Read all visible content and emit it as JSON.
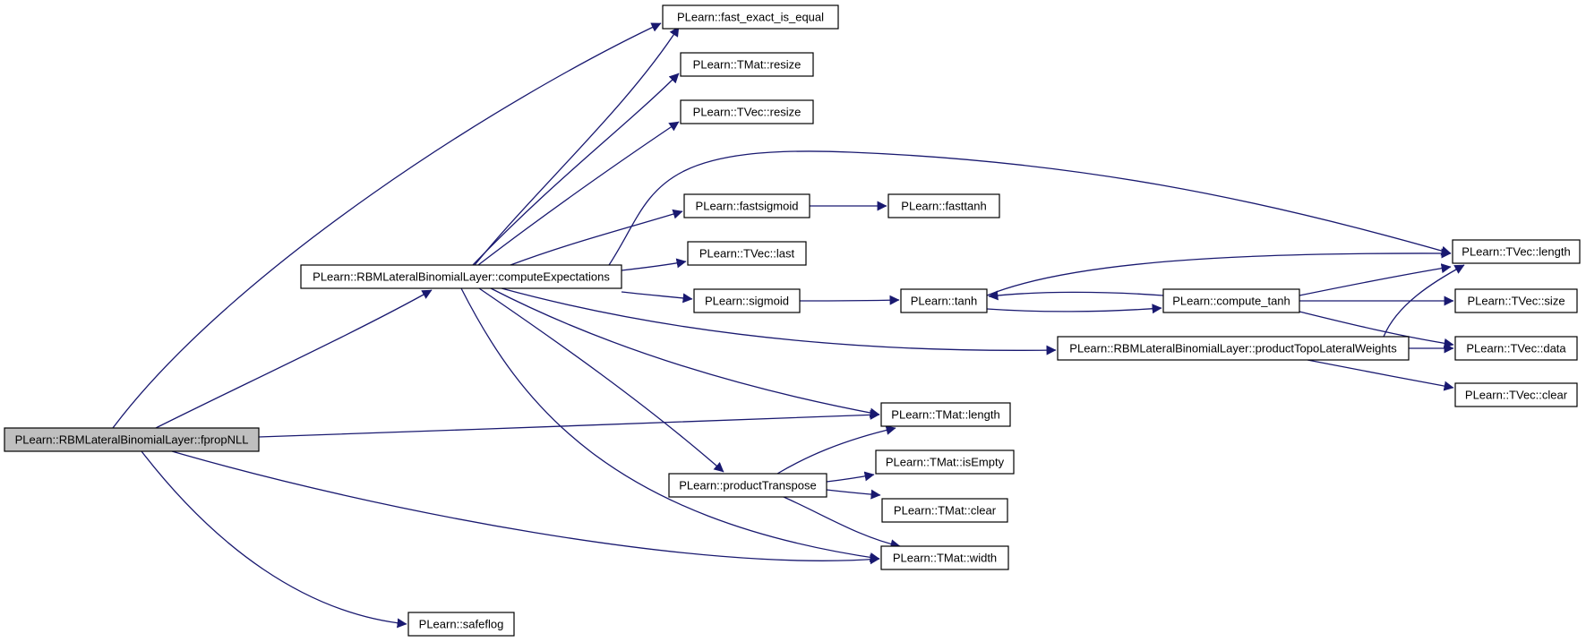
{
  "graph": {
    "edge_color": "#191970",
    "root_fill": "#bfbfbf",
    "nodes": [
      {
        "id": "fpropNLL",
        "label": "PLearn::RBMLateralBinomialLayer::fpropNLL",
        "root": true
      },
      {
        "id": "computeExpectations",
        "label": "PLearn::RBMLateralBinomialLayer::computeExpectations"
      },
      {
        "id": "fast_exact_is_equal",
        "label": "PLearn::fast_exact_is_equal"
      },
      {
        "id": "tmat_resize",
        "label": "PLearn::TMat::resize"
      },
      {
        "id": "tvec_resize",
        "label": "PLearn::TVec::resize"
      },
      {
        "id": "fastsigmoid",
        "label": "PLearn::fastsigmoid"
      },
      {
        "id": "fasttanh",
        "label": "PLearn::fasttanh"
      },
      {
        "id": "tvec_last",
        "label": "PLearn::TVec::last"
      },
      {
        "id": "sigmoid",
        "label": "PLearn::sigmoid"
      },
      {
        "id": "tanh",
        "label": "PLearn::tanh"
      },
      {
        "id": "compute_tanh",
        "label": "PLearn::compute_tanh"
      },
      {
        "id": "tvec_length",
        "label": "PLearn::TVec::length"
      },
      {
        "id": "tvec_size",
        "label": "PLearn::TVec::size"
      },
      {
        "id": "productTopoLateralWeights",
        "label": "PLearn::RBMLateralBinomialLayer::productTopoLateralWeights"
      },
      {
        "id": "tvec_data",
        "label": "PLearn::TVec::data"
      },
      {
        "id": "tvec_clear",
        "label": "PLearn::TVec::clear"
      },
      {
        "id": "tmat_length",
        "label": "PLearn::TMat::length"
      },
      {
        "id": "tmat_isEmpty",
        "label": "PLearn::TMat::isEmpty"
      },
      {
        "id": "productTranspose",
        "label": "PLearn::productTranspose"
      },
      {
        "id": "tmat_clear",
        "label": "PLearn::TMat::clear"
      },
      {
        "id": "tmat_width",
        "label": "PLearn::TMat::width"
      },
      {
        "id": "safeflog",
        "label": "PLearn::safeflog"
      }
    ],
    "edges": [
      {
        "from": "fpropNLL",
        "to": "fast_exact_is_equal"
      },
      {
        "from": "fpropNLL",
        "to": "computeExpectations"
      },
      {
        "from": "fpropNLL",
        "to": "tmat_length"
      },
      {
        "from": "fpropNLL",
        "to": "tmat_width"
      },
      {
        "from": "fpropNLL",
        "to": "safeflog"
      },
      {
        "from": "computeExpectations",
        "to": "fast_exact_is_equal"
      },
      {
        "from": "computeExpectations",
        "to": "tmat_resize"
      },
      {
        "from": "computeExpectations",
        "to": "tvec_resize"
      },
      {
        "from": "computeExpectations",
        "to": "fastsigmoid"
      },
      {
        "from": "computeExpectations",
        "to": "tvec_last"
      },
      {
        "from": "computeExpectations",
        "to": "sigmoid"
      },
      {
        "from": "computeExpectations",
        "to": "tvec_length"
      },
      {
        "from": "computeExpectations",
        "to": "productTopoLateralWeights"
      },
      {
        "from": "computeExpectations",
        "to": "tmat_length"
      },
      {
        "from": "computeExpectations",
        "to": "productTranspose"
      },
      {
        "from": "computeExpectations",
        "to": "tmat_width"
      },
      {
        "from": "fastsigmoid",
        "to": "fasttanh"
      },
      {
        "from": "sigmoid",
        "to": "tanh"
      },
      {
        "from": "tanh",
        "to": "tvec_length"
      },
      {
        "from": "tanh",
        "to": "compute_tanh"
      },
      {
        "from": "compute_tanh",
        "to": "tanh"
      },
      {
        "from": "compute_tanh",
        "to": "tvec_length"
      },
      {
        "from": "compute_tanh",
        "to": "tvec_size"
      },
      {
        "from": "compute_tanh",
        "to": "tvec_data"
      },
      {
        "from": "productTopoLateralWeights",
        "to": "tvec_length"
      },
      {
        "from": "productTopoLateralWeights",
        "to": "tvec_data"
      },
      {
        "from": "productTopoLateralWeights",
        "to": "tvec_clear"
      },
      {
        "from": "productTranspose",
        "to": "tmat_length"
      },
      {
        "from": "productTranspose",
        "to": "tmat_isEmpty"
      },
      {
        "from": "productTranspose",
        "to": "tmat_clear"
      },
      {
        "from": "productTranspose",
        "to": "tmat_width"
      }
    ]
  }
}
